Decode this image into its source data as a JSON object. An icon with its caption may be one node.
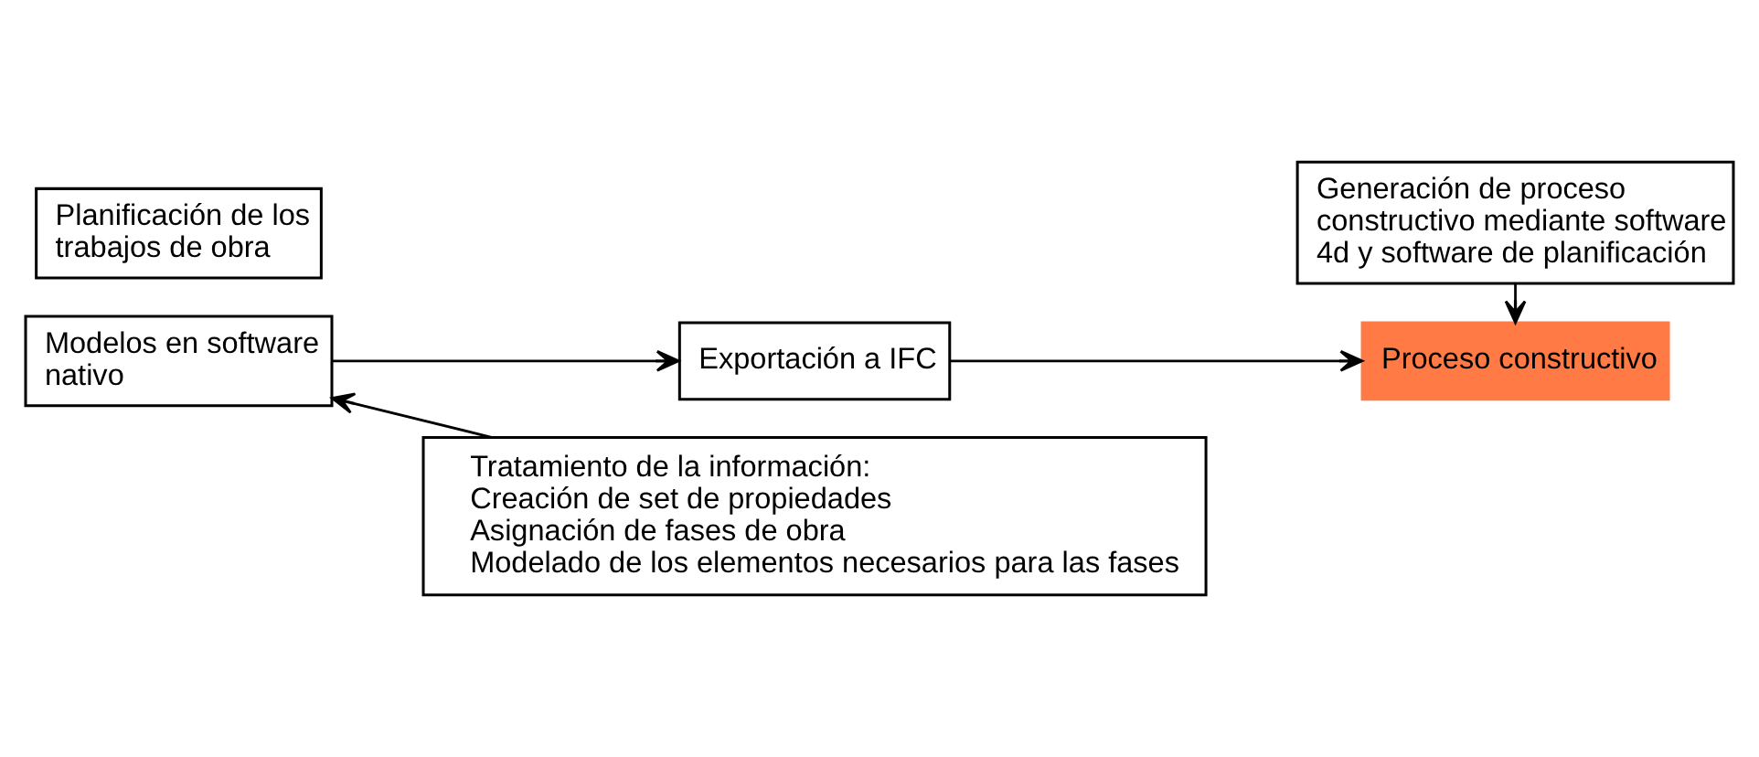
{
  "diagram": {
    "nodes": [
      {
        "text": [
          "Planificación de los trabajos de obra"
        ]
      },
      {
        "text": [
          "Modelos en software nativo"
        ]
      },
      {
        "text": [
          "Exportación a IFC"
        ]
      },
      {
        "text": [
          "Generación de proceso constructivo mediante software 4d y software de planificación"
        ]
      },
      {
        "text": [
          "Proceso constructivo"
        ]
      },
      {
        "text": [
          "Tratamiento de la información:",
          "Creación de set de propiedades",
          "Asignación de fases de obra",
          "Modelado de los elementos necesarios para las fases"
        ]
      }
    ],
    "edges": [
      {
        "from": 1,
        "to": 2,
        "arrow": "to"
      },
      {
        "from": 2,
        "to": 4,
        "arrow": "to"
      },
      {
        "from": 3,
        "to": 4,
        "arrow": "to"
      },
      {
        "from": 5,
        "to": 1,
        "arrow": "to"
      }
    ]
  }
}
